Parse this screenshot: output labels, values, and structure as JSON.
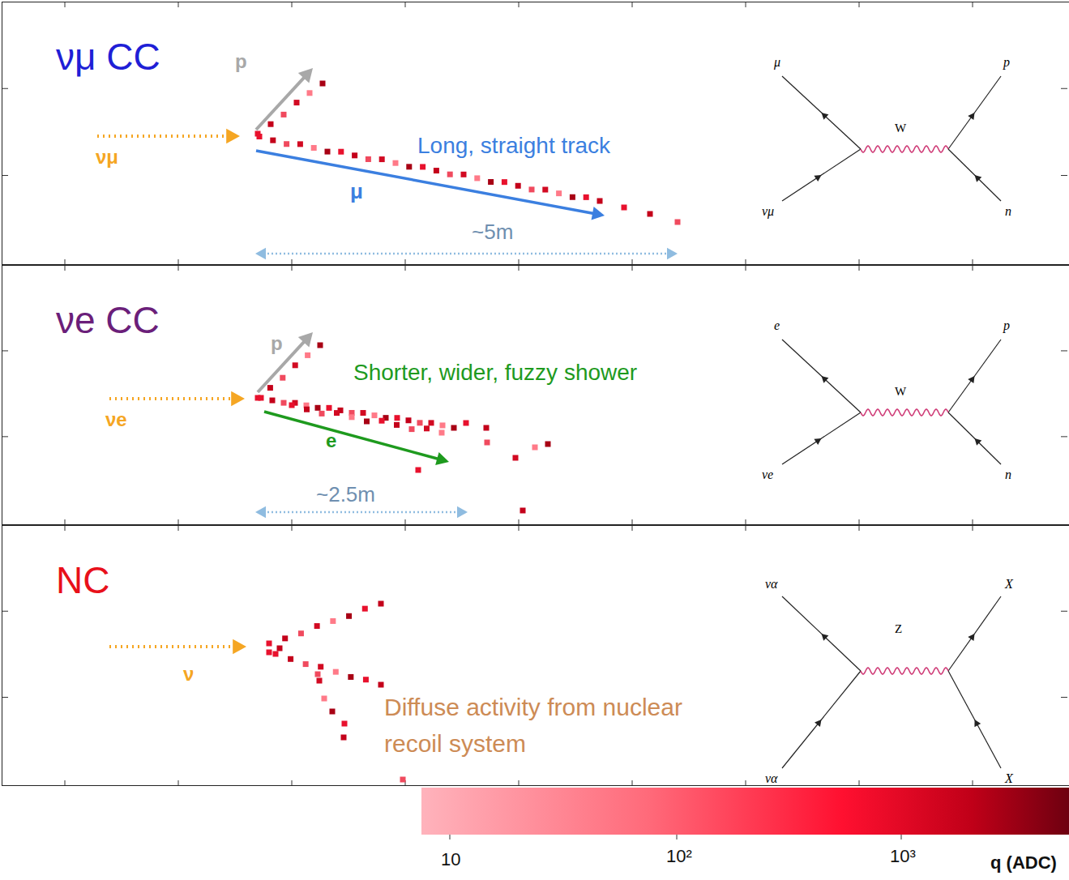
{
  "diagram": {
    "nodes": [
      {
        "text": [
          "νμ CC"
        ]
      },
      {
        "text": [
          "νe CC"
        ]
      },
      {
        "text": [
          "NC"
        ]
      }
    ],
    "labels": [
      "νμ",
      "p",
      "Long, straight track",
      "μ",
      "~5m",
      "μ",
      "νμ",
      "W",
      "p",
      "n",
      "νe",
      "p",
      "Shorter, wider, fuzzy shower",
      "e",
      "~2.5m",
      "e",
      "νe",
      "W",
      "p",
      "n",
      "ν",
      "Diffuse activity from nuclear recoil system",
      "να",
      "Z",
      "X",
      "να",
      "X",
      "10",
      "10²",
      "10³",
      "q (ADC)"
    ]
  }
}
